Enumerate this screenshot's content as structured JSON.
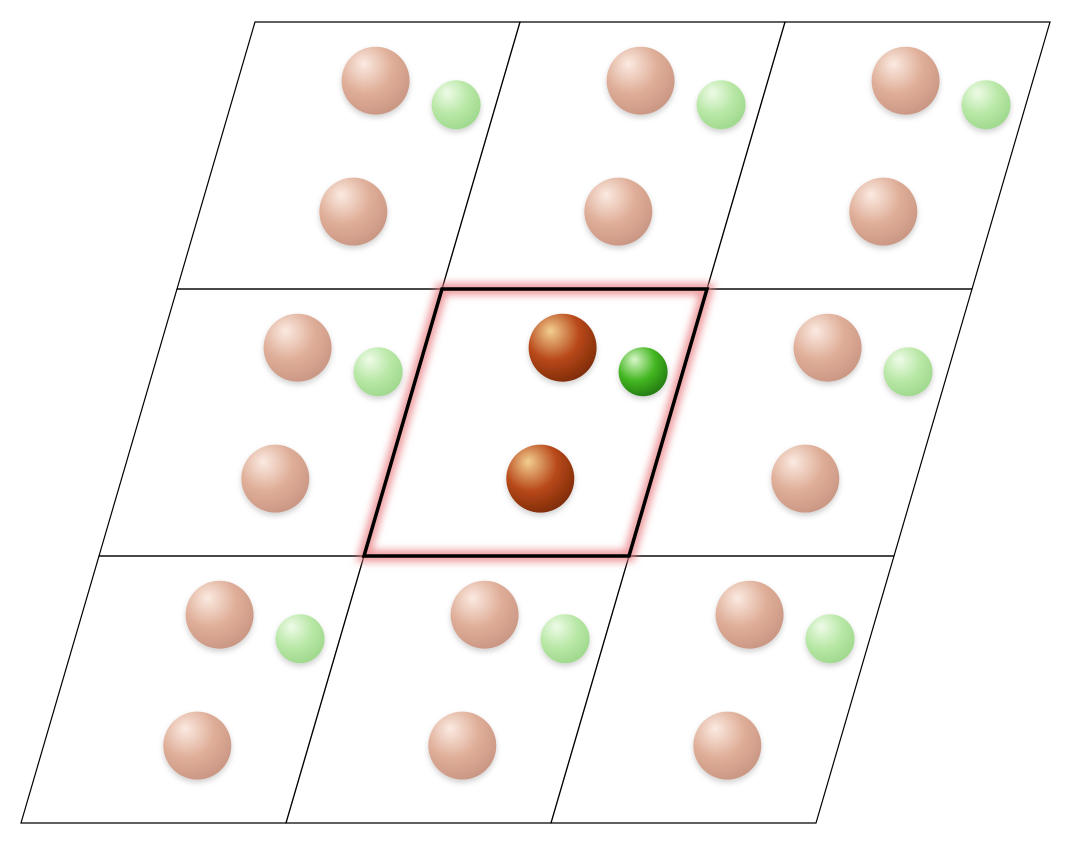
{
  "lattice": {
    "rows": 3,
    "cols": 3,
    "highlighted_cell": {
      "row": 1,
      "col": 1
    }
  },
  "atoms": [
    {
      "species": "A",
      "label": "brown-atom"
    },
    {
      "species": "B",
      "label": "green-atom"
    },
    {
      "species": "A",
      "label": "brown-atom"
    }
  ],
  "colors": {
    "background": "#ffffff",
    "cell_line": "#000000",
    "highlight_glow": "#e8797f",
    "atom_a_faded": [
      "#fbeae1",
      "#dfae98",
      "#c99683"
    ],
    "atom_a_active": [
      "#f2cf8f",
      "#b8481a",
      "#7e2c06"
    ],
    "atom_b_faded": [
      "#effbe8",
      "#b9e8a7",
      "#9fd88d"
    ],
    "atom_b_active": [
      "#d9f7c9",
      "#44b722",
      "#237a10"
    ]
  }
}
